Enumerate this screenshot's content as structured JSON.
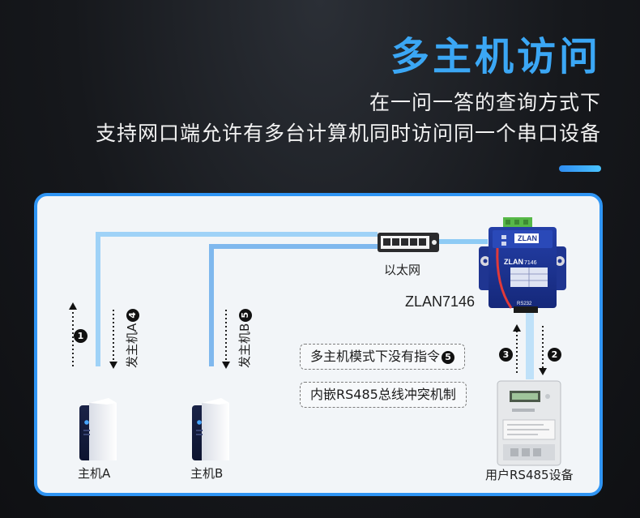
{
  "header": {
    "title": "多主机访问",
    "subtitle_line1": "在一问一答的查询方式下",
    "subtitle_line2": "支持网口端允许有多台计算机同时访问同一个串口设备"
  },
  "colors": {
    "accent": "#3ba7f5",
    "card_border": "#2f95f4",
    "link_line": "#6cb9f0"
  },
  "diagram": {
    "switch_label": "以太网",
    "device_label": "ZLAN7146",
    "device_brand": "ZLAN",
    "device_model": "7146",
    "device_port": "RS232",
    "host_a_label": "主机A",
    "host_b_label": "主机B",
    "meter_label": "用户RS485设备",
    "host_a_send": "发主机A",
    "host_a_send_num": "4",
    "host_b_send": "发主机B",
    "host_b_send_num": "5",
    "note1_text": "多主机模式下没有指令",
    "note1_num": "5",
    "note2_text": "内嵌RS485总线冲突机制",
    "step1": "1",
    "step2": "2",
    "step3": "3"
  }
}
